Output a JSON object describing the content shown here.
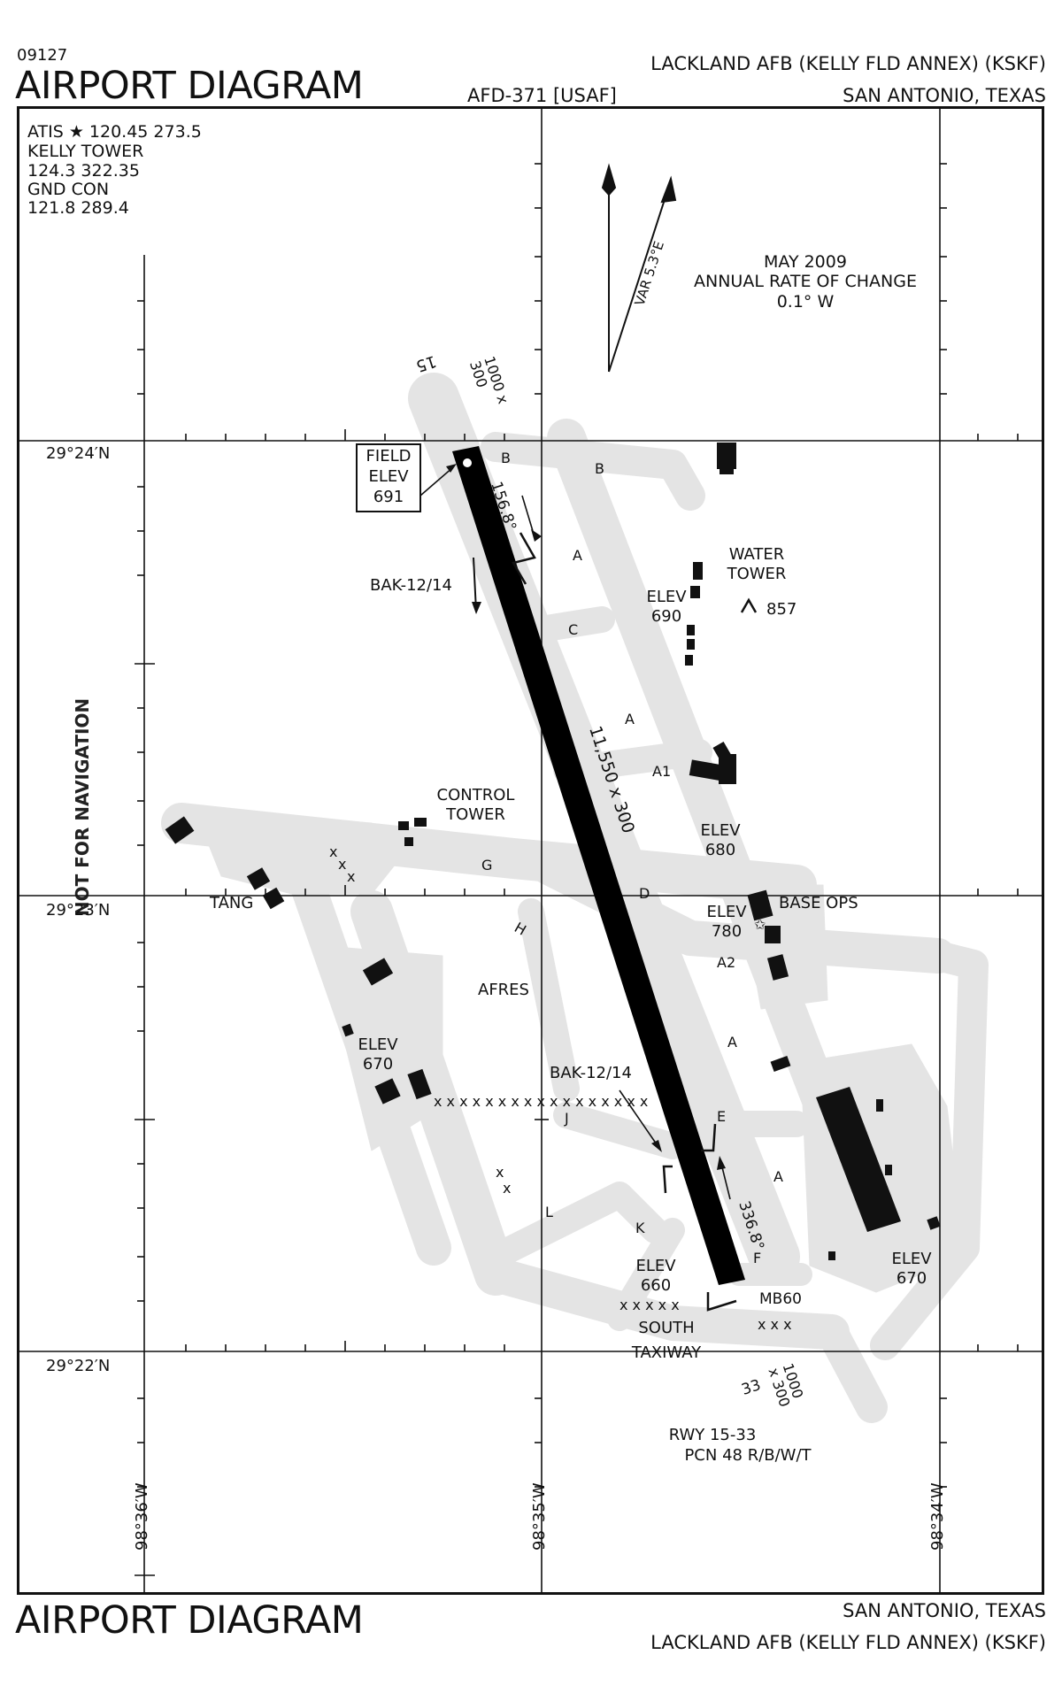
{
  "header": {
    "chart_number": "09127",
    "title": "AIRPORT DIAGRAM",
    "afd": "AFD-371 [USAF]",
    "airport_name": "LACKLAND AFB (KELLY FLD ANNEX)  (KSKF)",
    "city": "SAN ANTONIO, TEXAS"
  },
  "footer": {
    "title": "AIRPORT DIAGRAM",
    "city": "SAN ANTONIO, TEXAS",
    "airport_name": "LACKLAND AFB (KELLY FLD ANNEX)  (KSKF)"
  },
  "frequencies": {
    "atis": "ATIS ★ 120.45  273.5",
    "tower_label": "KELLY TOWER",
    "tower_freq": "124.3  322.35",
    "gnd_label": "GND CON",
    "gnd_freq": "121.8  289.4"
  },
  "magnetic": {
    "var": "VAR 5.3°E",
    "date": "MAY 2009",
    "rate_label": "ANNUAL RATE OF CHANGE",
    "rate": "0.1° W"
  },
  "latitudes": [
    "29°24′N",
    "29°23′N",
    "29°22′N"
  ],
  "longitudes": [
    "98°36′W",
    "98°35′W",
    "98°34′W"
  ],
  "runway": {
    "dims": "11,550 x 300",
    "end_north": "15",
    "end_north_dims": [
      "1000 x",
      "300"
    ],
    "heading_north": "156.8°",
    "end_south": "33",
    "end_south_dims": [
      "1000",
      "x 300"
    ],
    "heading_south": "336.8°",
    "field_elev": [
      "FIELD",
      "ELEV",
      "691"
    ],
    "arresting_north": "BAK-12/14",
    "arresting_south": "BAK-12/14",
    "rwy_label": "RWY 15-33",
    "pcn": "PCN 48 R/B/W/T"
  },
  "taxiways": {
    "b1": "B",
    "b2": "B",
    "a1": "A",
    "a2": "A",
    "a3": "A",
    "a4": "A",
    "c": "C",
    "a1x": "A1",
    "a2x": "A2",
    "d": "D",
    "g": "G",
    "h": "H",
    "j": "J",
    "e": "E",
    "l": "L",
    "k": "K",
    "f": "F"
  },
  "labels": {
    "water_tower": [
      "WATER",
      "TOWER"
    ],
    "water_tower_elev": "857",
    "control_tower": [
      "CONTROL",
      "TOWER"
    ],
    "tang": "TANG",
    "afres": "AFRES",
    "base_ops": "BASE OPS",
    "mb60": "MB60",
    "south_taxiway": [
      "SOUTH",
      "TAXIWAY"
    ]
  },
  "elevations": {
    "e690": [
      "ELEV",
      "690"
    ],
    "e680": [
      "ELEV",
      "680"
    ],
    "e780": [
      "ELEV",
      "780"
    ],
    "e670w": [
      "ELEV",
      "670"
    ],
    "e670e": [
      "ELEV",
      "670"
    ],
    "e660": [
      "ELEV",
      "660"
    ]
  },
  "side_text": "NOT FOR NAVIGATION",
  "colors": {
    "pavement": "#e4e4e4",
    "runway": "#000000",
    "ink": "#111111"
  }
}
